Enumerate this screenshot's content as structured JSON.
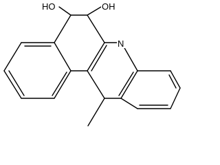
{
  "structure": {
    "labels": {
      "hydroxyl_left": "HO",
      "hydroxyl_right": "OH",
      "ring_nitrogen": "N"
    },
    "colors": {
      "bond": "#000000",
      "background": "#ffffff"
    }
  }
}
